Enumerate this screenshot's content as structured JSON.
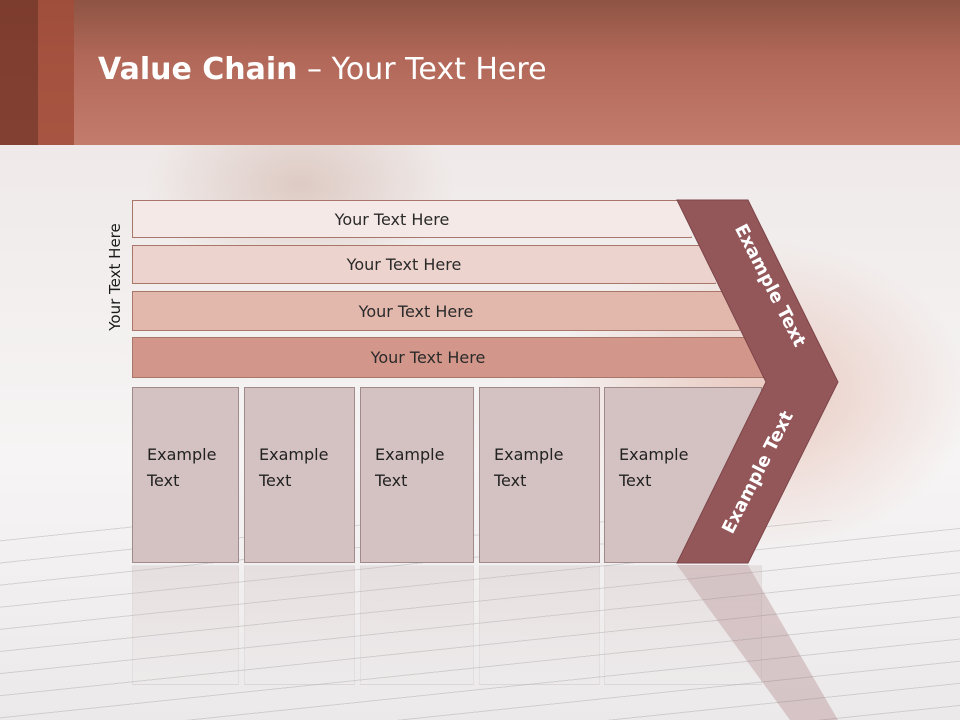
{
  "title": {
    "bold": "Value Chain",
    "rest": " – Your Text Here"
  },
  "side_label": "Your Text Here",
  "bars": [
    {
      "label": "Your Text Here"
    },
    {
      "label": "Your Text Here"
    },
    {
      "label": "Your Text Here"
    },
    {
      "label": "Your Text Here"
    }
  ],
  "boxes": [
    {
      "line1": "Example",
      "line2": "Text"
    },
    {
      "line1": "Example",
      "line2": "Text"
    },
    {
      "line1": "Example",
      "line2": "Text"
    },
    {
      "line1": "Example",
      "line2": "Text"
    },
    {
      "line1": "Example",
      "line2": "Text"
    }
  ],
  "chevron": {
    "upper_text": "Example Text",
    "lower_text": "Example Text"
  },
  "colors": {
    "header_dark": "#7a3a2b",
    "header_accent": "#a24e3b",
    "chevron_fill": "#93575a",
    "bar_1": "#f5e9e7",
    "bar_2": "#edd3cd",
    "bar_3": "#e2b8ad",
    "bar_4": "#d3968a",
    "box_fill": "#d4c1c1"
  }
}
